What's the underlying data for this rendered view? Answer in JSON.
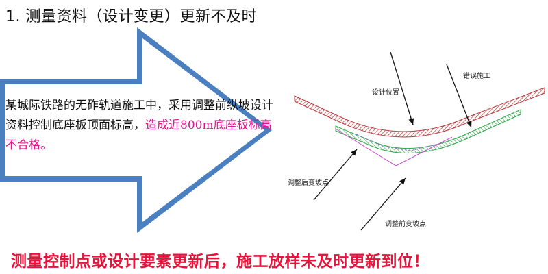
{
  "title": "1. 测量资料（设计变更）更新不及时",
  "description": {
    "main": "某城际铁路的无砟轨道施工中，采用调整前纵坡设计资料控制底座板顶面标高，",
    "highlight": "造成近800m底座板标高不合格。"
  },
  "diagram": {
    "labels": {
      "design_position": "设计位置",
      "wrong_construction": "错误施工",
      "adjusted_vpi": "调整后变坡点",
      "original_vpi": "调整前变坡点"
    }
  },
  "footer": "测量控制点或设计要素更新后，施工放样未及时更新到位！",
  "colors": {
    "arrow": "#4a7fc0",
    "highlight": "#e0178e",
    "footer": "#e8133a",
    "design_curve": "#b8383a",
    "wrong_curve": "#2fa84a",
    "profile_line": "#d048d0"
  }
}
